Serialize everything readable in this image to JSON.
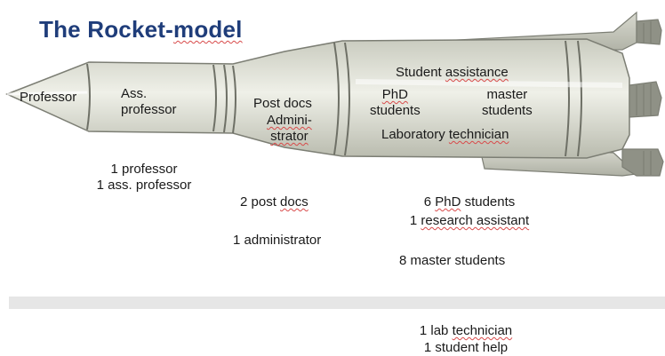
{
  "title": {
    "pre": "The Rocket-",
    "post": "model"
  },
  "rocket": {
    "professor": "Professor",
    "ass_professor": [
      "Ass.",
      "professor"
    ],
    "post_docs": "Post docs",
    "administrator": [
      "Admini-",
      "strator"
    ],
    "student_assistance": [
      "Student ",
      "assistance"
    ],
    "phd_students": [
      "PhD",
      "students"
    ],
    "master_students": [
      "master",
      "students"
    ],
    "laboratory_technician": [
      "Laboratory ",
      "technician"
    ]
  },
  "counts": {
    "professors": [
      "1 professor",
      "1 ass. professor"
    ],
    "post_docs": [
      "2 post ",
      "docs"
    ],
    "administrator": "1 administrator",
    "phd": [
      "6 ",
      "PhD",
      " students"
    ],
    "research_assistant": [
      "1 ",
      "research assistant"
    ],
    "master_students": "8 master students",
    "lab_technician": [
      "1 lab ",
      "technician"
    ],
    "student_help": "1 student help"
  }
}
